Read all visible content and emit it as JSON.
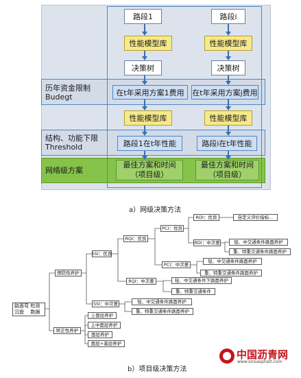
{
  "top_diagram": {
    "bands": {
      "budget": [
        "历年资金限制",
        "Budegt"
      ],
      "threshold": [
        "结构、功能下限",
        "Threshold"
      ],
      "network": "网络级方案"
    },
    "lane1": {
      "road": "路段1",
      "model1": "性能模型库",
      "tree": "决策树",
      "plan": "在t年采用方案1费用",
      "model2": "性能模型库",
      "perf": "路段1在t年性能",
      "best": [
        "最佳方案和时间",
        "（项目级）"
      ]
    },
    "lane2": {
      "road": "路段i",
      "model1": "性能模型库",
      "tree": "决策树",
      "plan": "在t年采用方案j费用",
      "model2": "性能模型库",
      "perf": "路段i在t年性能",
      "best": [
        "最佳方案和时间",
        "（项目级）"
      ]
    },
    "colors": {
      "band_border": "#4a86c5",
      "yellow": "#f7e98a",
      "green": "#86c34a"
    }
  },
  "caption_a": "a）网级决策方法",
  "tree": {
    "root": [
      "路面弯沉盘",
      "检测数据"
    ],
    "n_preventive": "预防性养护",
    "n_corrective": "矫正性养护",
    "n_ssi_good": "SSI：优良",
    "n_ssi_mid": "SSI：中次差",
    "n_rqi_good": "RQI：优良",
    "n_rqi_mid": "RQI：中次差",
    "n_pci_good": "PCI：优良",
    "n_pci_mid": "PCI：中次差",
    "n_rdi_good": "RDI：优良",
    "n_rdi_mid": "RDI：中次差",
    "n_custom": "自定义评价指标...",
    "n_l1": "轻、中交通条件路面养护",
    "n_l2": "重、特重交通条件路面养护",
    "n_l3": "轻、中交通条件路面养护",
    "n_l4": "重、特重交通条件路面养护",
    "n_l5": "轻、中交通条件下路面养护",
    "n_l6": "重、特重交通条件",
    "n_l7": "轻、中交通条件路面养护",
    "n_l8": "重、特重交通条件路面养护",
    "c1": "上面层养护",
    "c2": "上中面层养护",
    "c3": "面层养护",
    "c4": "面层+基层养护"
  },
  "caption_b": "b）项目级决策方法",
  "watermark": {
    "name": "中国沥青网",
    "url": "www.sinoasphalt.com",
    "color": "#c6141c"
  }
}
